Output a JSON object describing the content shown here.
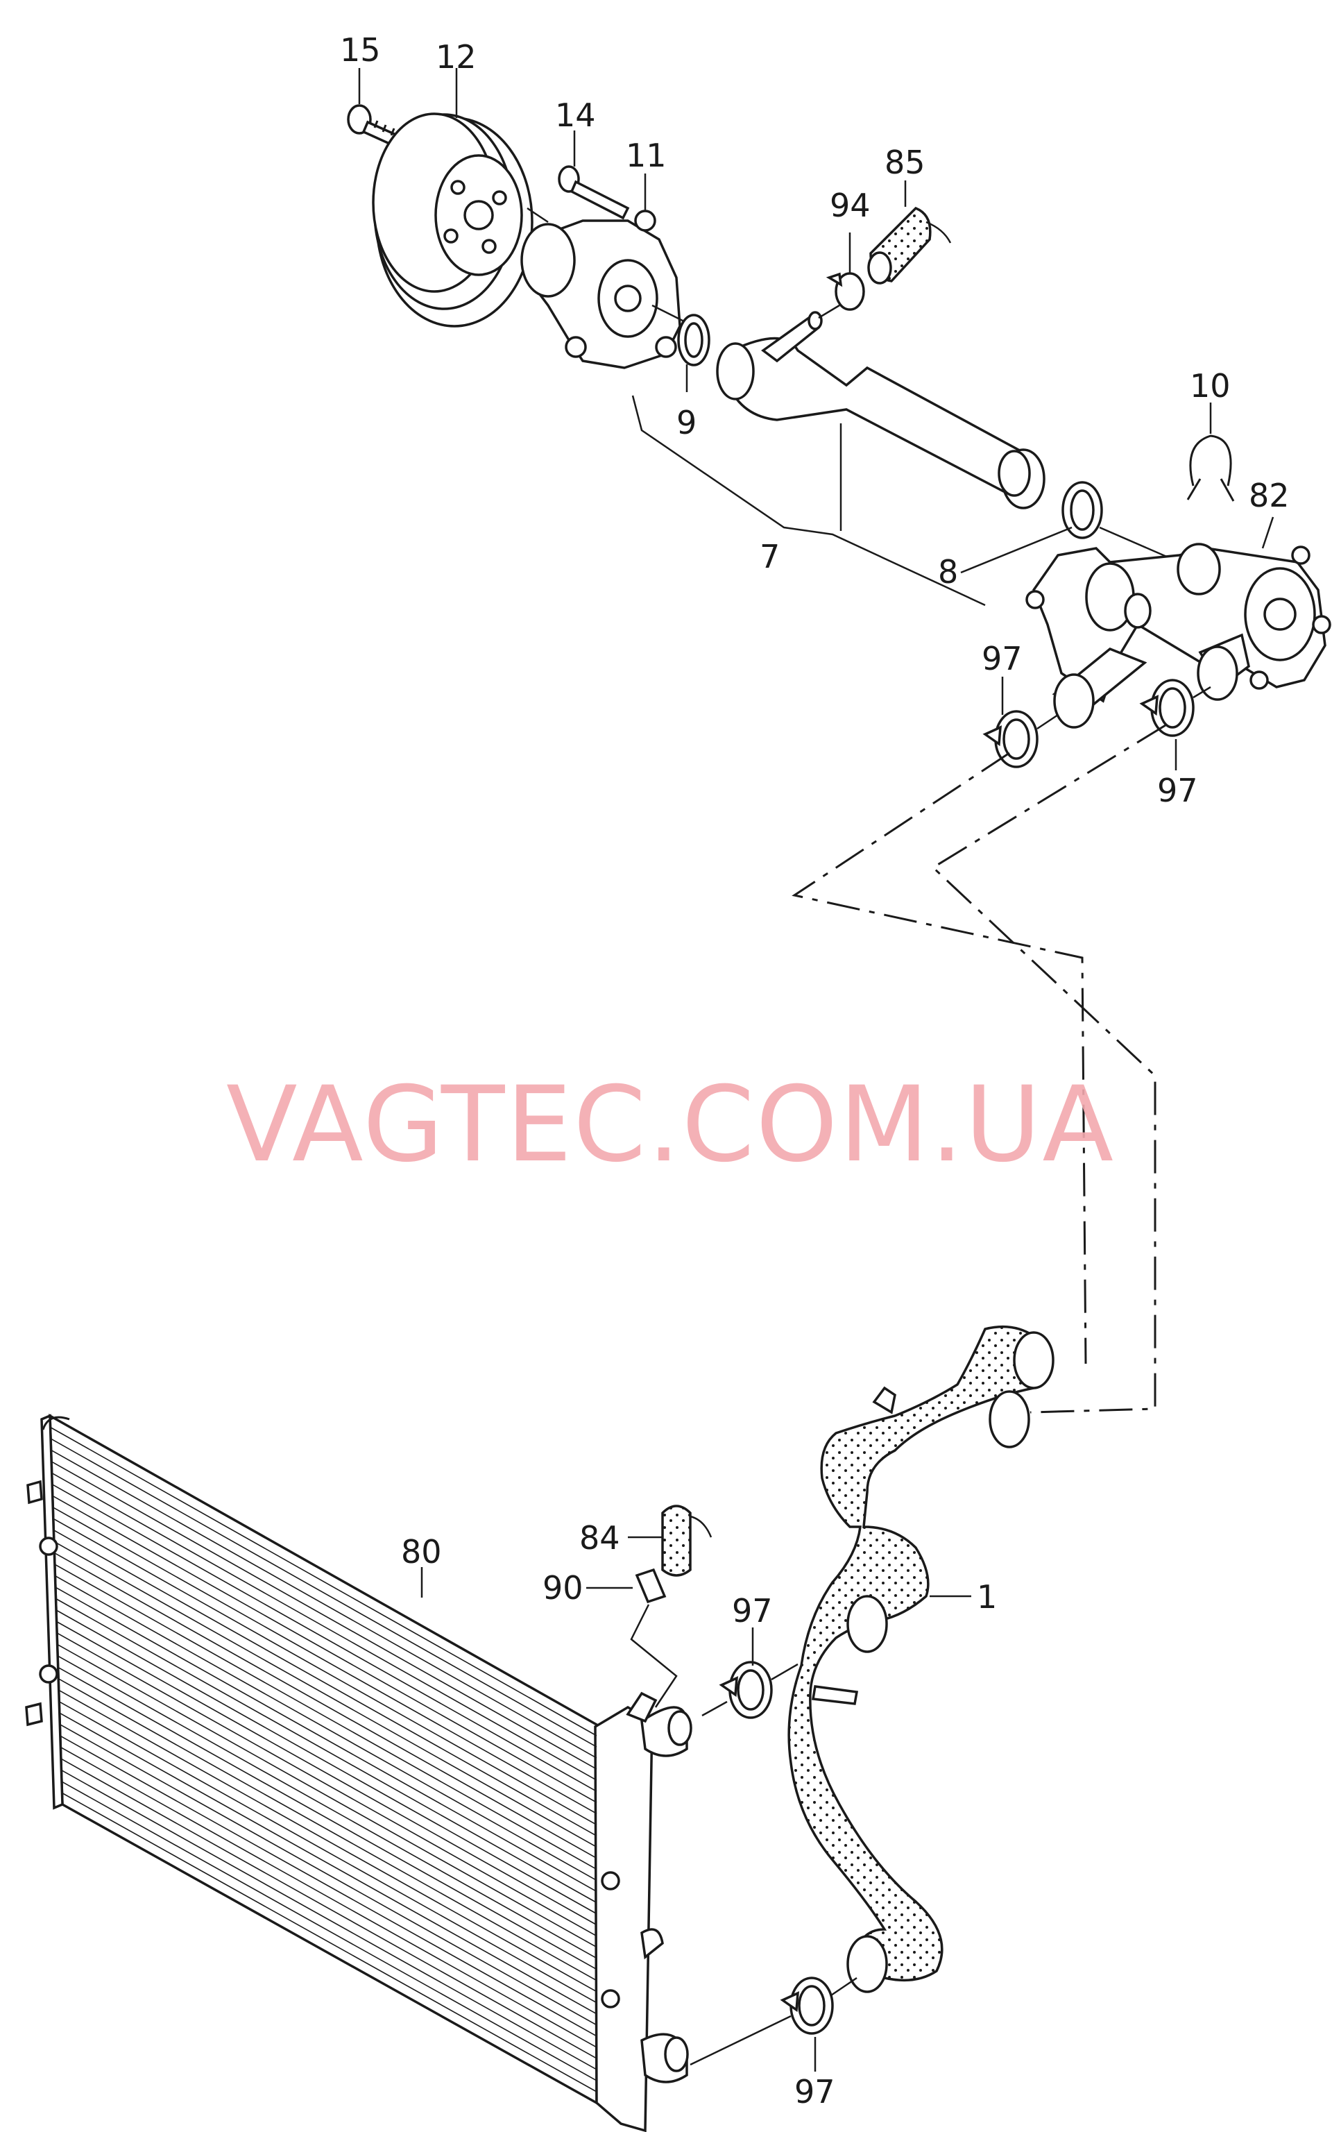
{
  "watermark": "VAGTEC.COM.UA",
  "labels": {
    "p15": "15",
    "p12": "12",
    "p14": "14",
    "p11": "11",
    "p94": "94",
    "p85": "85",
    "p9": "9",
    "p10": "10",
    "p82": "82",
    "p7": "7",
    "p8": "8",
    "p97a": "97",
    "p97b": "97",
    "p80": "80",
    "p84": "84",
    "p90": "90",
    "p97c": "97",
    "p1": "1",
    "p97d": "97"
  },
  "colors": {
    "ink": "#1a1a1a",
    "watermark": "#f3a8ae",
    "background": "#ffffff"
  }
}
